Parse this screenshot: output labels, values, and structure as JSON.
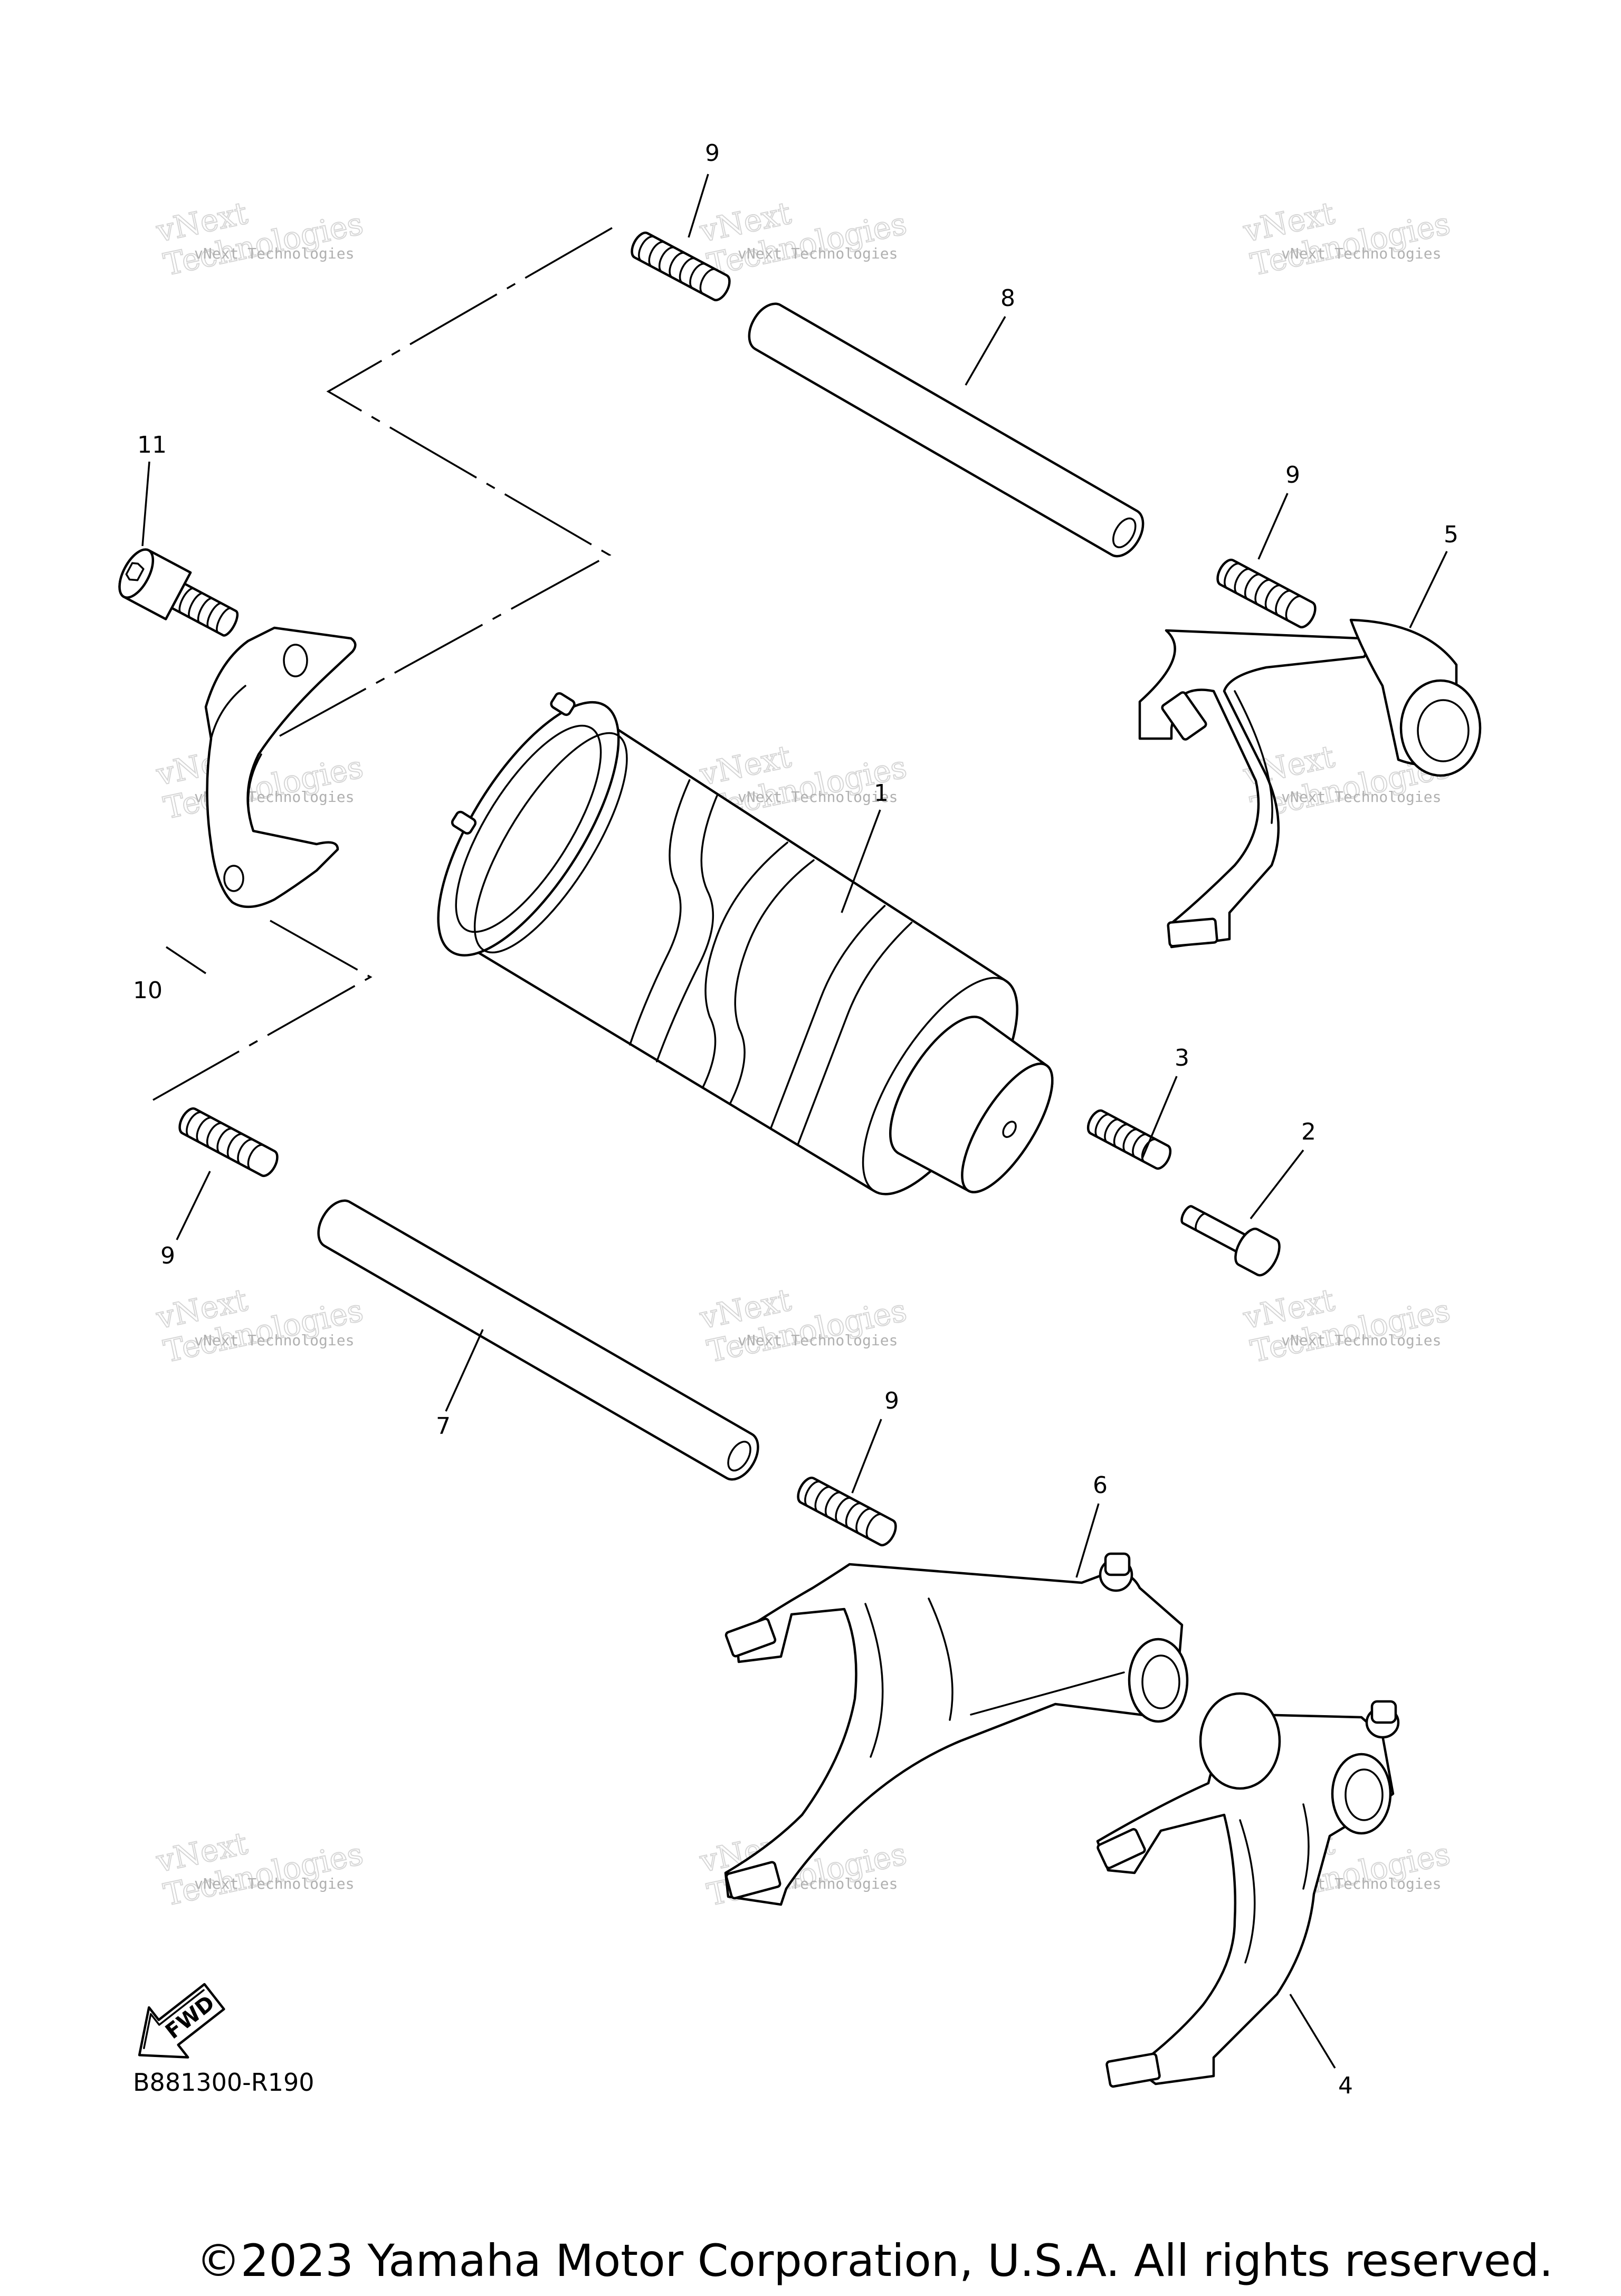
{
  "diagram": {
    "reference_code": "B881300-R190",
    "copyright": "©2023 Yamaha Motor Corporation, U.S.A. All rights reserved.",
    "fwd_label": "FWD",
    "watermark": {
      "line1": "vNext Technologies",
      "line2": "vNext",
      "line3": "Technologies"
    },
    "callouts": [
      "1",
      "2",
      "3",
      "4",
      "5",
      "6",
      "7",
      "8",
      "9",
      "9",
      "9",
      "9",
      "10",
      "11"
    ]
  }
}
